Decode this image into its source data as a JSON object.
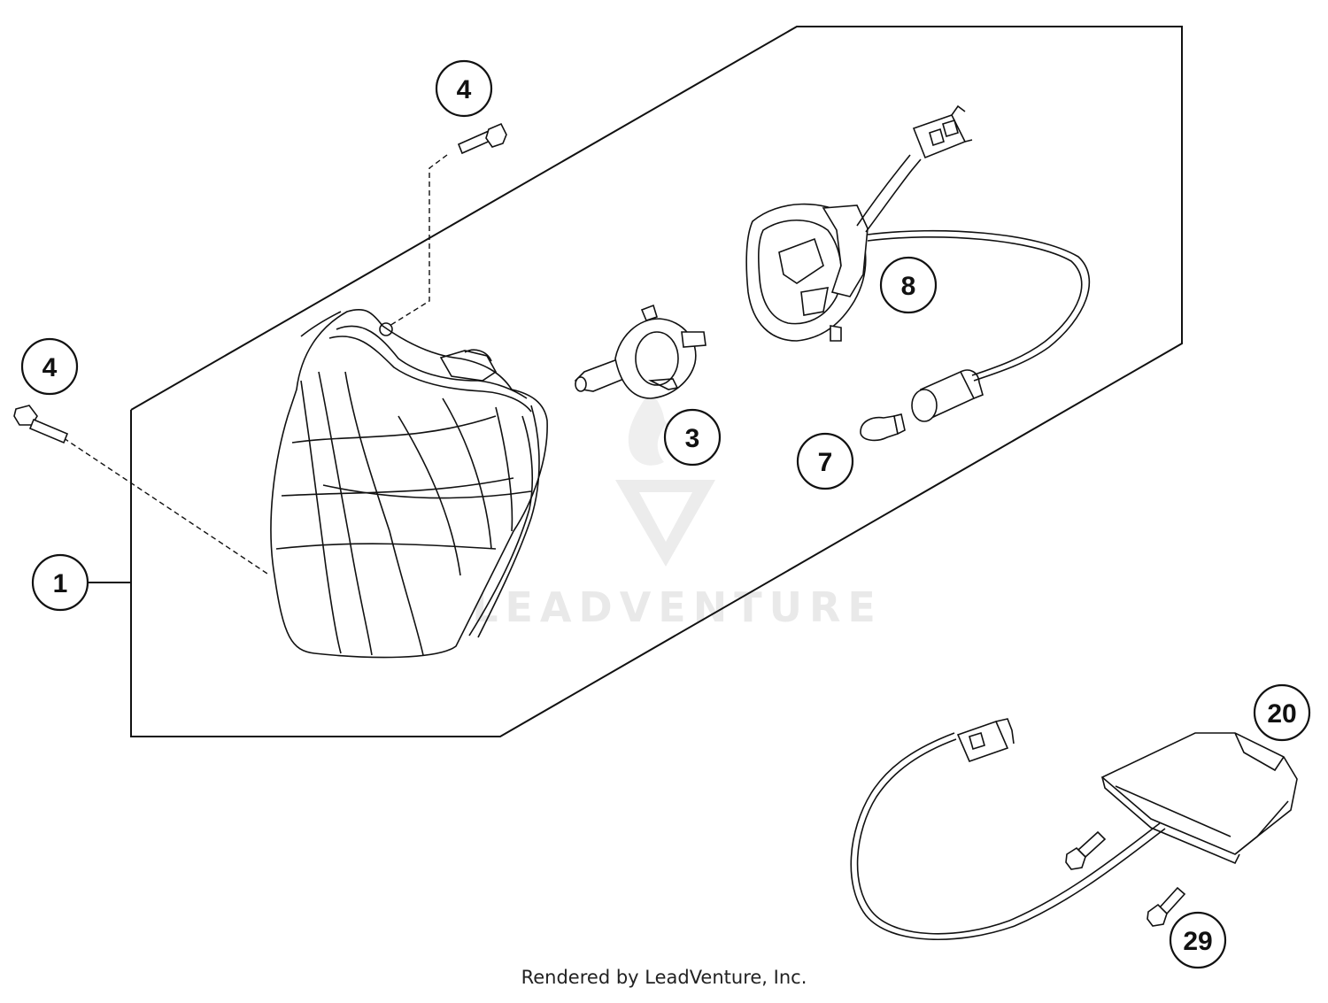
{
  "watermark": {
    "text": "LEADVENTURE"
  },
  "callouts": {
    "c1": "1",
    "c3": "3",
    "c4a": "4",
    "c4b": "4",
    "c7": "7",
    "c8": "8",
    "c20": "20",
    "c29": "29"
  },
  "footer": {
    "credit": "Rendered by LeadVenture, Inc."
  }
}
